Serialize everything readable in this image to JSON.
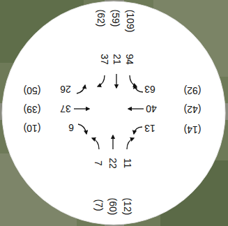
{
  "diagram": {
    "labels": [
      "(62)",
      "(59)",
      "(109)",
      "37",
      "21",
      "94",
      "(50)",
      "26",
      "(39)",
      "37",
      "(10)",
      "6",
      "63",
      "(92)",
      "40",
      "(42)",
      "13",
      "(14)",
      "7",
      "22",
      "11",
      "(7)",
      "(60)",
      "(12)"
    ]
  }
}
